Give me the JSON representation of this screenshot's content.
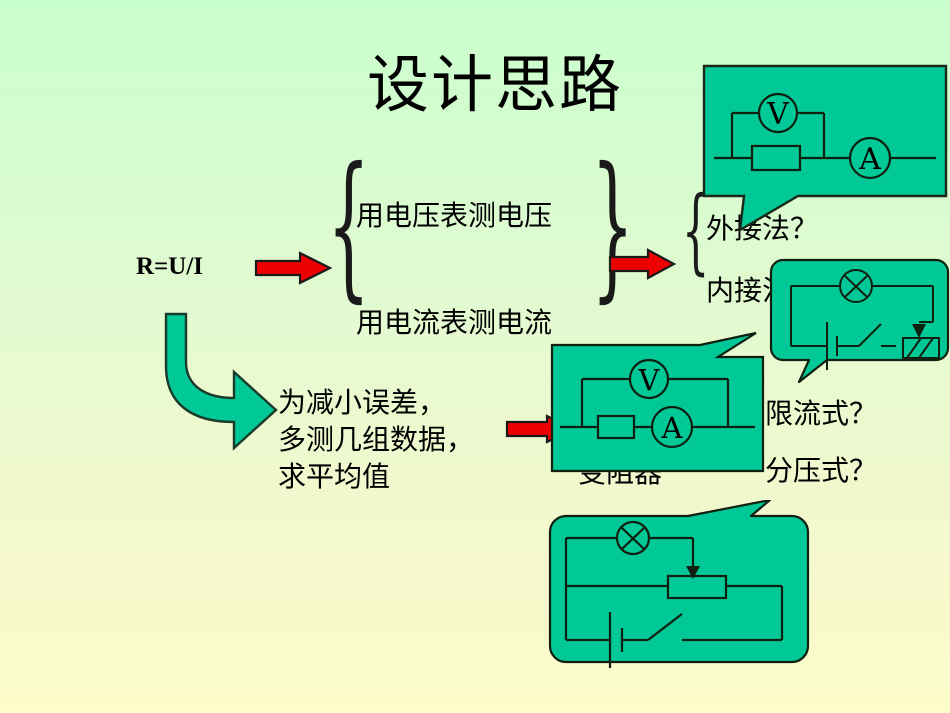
{
  "slide": {
    "title": "设计思路",
    "background_top_color": "#c9ffcd",
    "background_bottom_color": "#fdfdcb",
    "accent_green": "#00c896",
    "accent_red": "#ee0000",
    "outline_color": "#1a3a2a"
  },
  "flow": {
    "formula": "R=U/I",
    "measure_voltage": "用电压表测电压",
    "measure_current": "用电流表测电流",
    "external_method": "外接法？",
    "internal_method": "内接法？",
    "rheostat": "变阻器",
    "current_limiting": "限流式？",
    "voltage_divider": "分压式？",
    "average_note_line1": "为减小误差，",
    "average_note_line2": "多测几组数据，",
    "average_note_line3": "求平均值"
  },
  "braces": {
    "open_brace": "{",
    "close_brace": "}"
  },
  "callouts": {
    "external": {
      "name": "ammeter-external-circuit",
      "voltmeter_label": "V",
      "ammeter_label": "A",
      "shape": "rectangular-callout"
    },
    "internal": {
      "name": "current-limiting-circuit",
      "lamp_label": "X",
      "shape": "rounded-callout"
    },
    "limiting": {
      "name": "ammeter-internal-circuit",
      "voltmeter_label": "V",
      "ammeter_label": "A",
      "shape": "rectangular-callout"
    },
    "divider": {
      "name": "voltage-divider-circuit",
      "lamp_label": "X",
      "shape": "rounded-callout"
    }
  },
  "arrows": {
    "red_arrow_label": "red-right-arrow",
    "curved_arrow_label": "green-elbow-arrow"
  }
}
